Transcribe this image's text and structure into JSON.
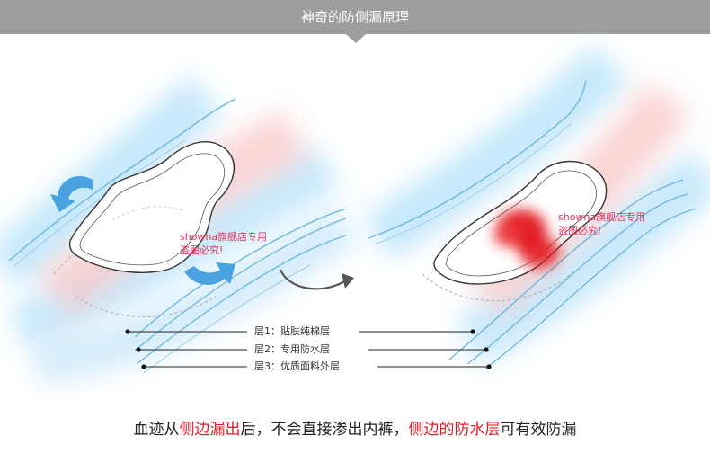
{
  "banner": {
    "title": "神奇的防侧漏原理"
  },
  "watermark": {
    "line1": "showna旗舰店专用",
    "line2": "盗图必究!"
  },
  "layers": [
    {
      "label": "层1：贴肤纯棉层"
    },
    {
      "label": "层2：专用防水层"
    },
    {
      "label": "层3：优质面料外层"
    }
  ],
  "caption": {
    "part1": "血迹从",
    "hl1": "侧边漏出",
    "part2": "后，不会直接渗出内裤，",
    "hl2": "侧边的防水层",
    "part3": "可有效防漏"
  },
  "colors": {
    "accent": "#e01e2a",
    "banner": "#9d9d9d",
    "arrow": "#4aa3e0",
    "watermark": "#e8325a"
  },
  "icons": [
    "rotate-arrow-icon",
    "rotate-arrow-icon",
    "transition-arrow-icon"
  ]
}
